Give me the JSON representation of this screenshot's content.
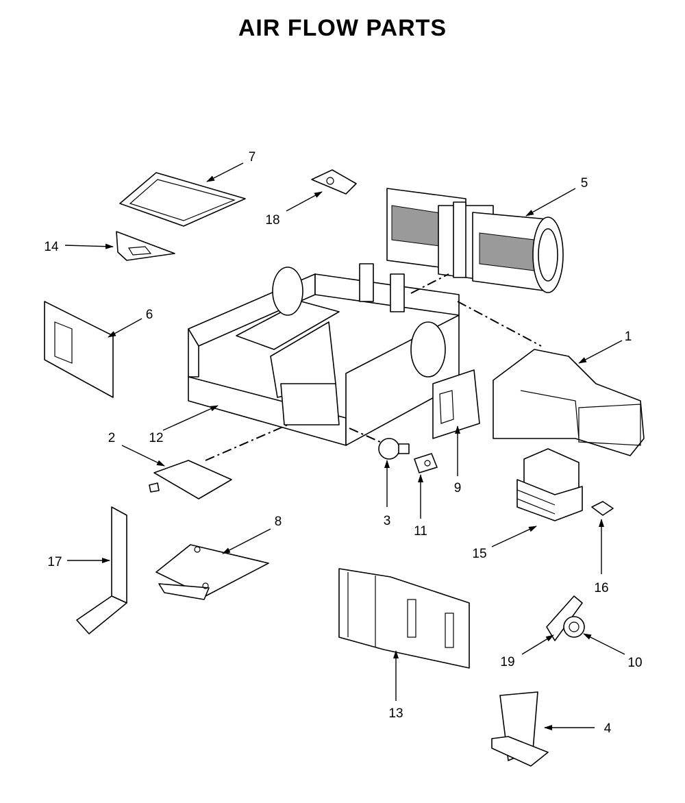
{
  "title": "AIR FLOW PARTS",
  "callouts": [
    "1",
    "2",
    "3",
    "4",
    "5",
    "6",
    "7",
    "8",
    "9",
    "10",
    "11",
    "12",
    "13",
    "14",
    "15",
    "16",
    "17",
    "18",
    "19"
  ]
}
